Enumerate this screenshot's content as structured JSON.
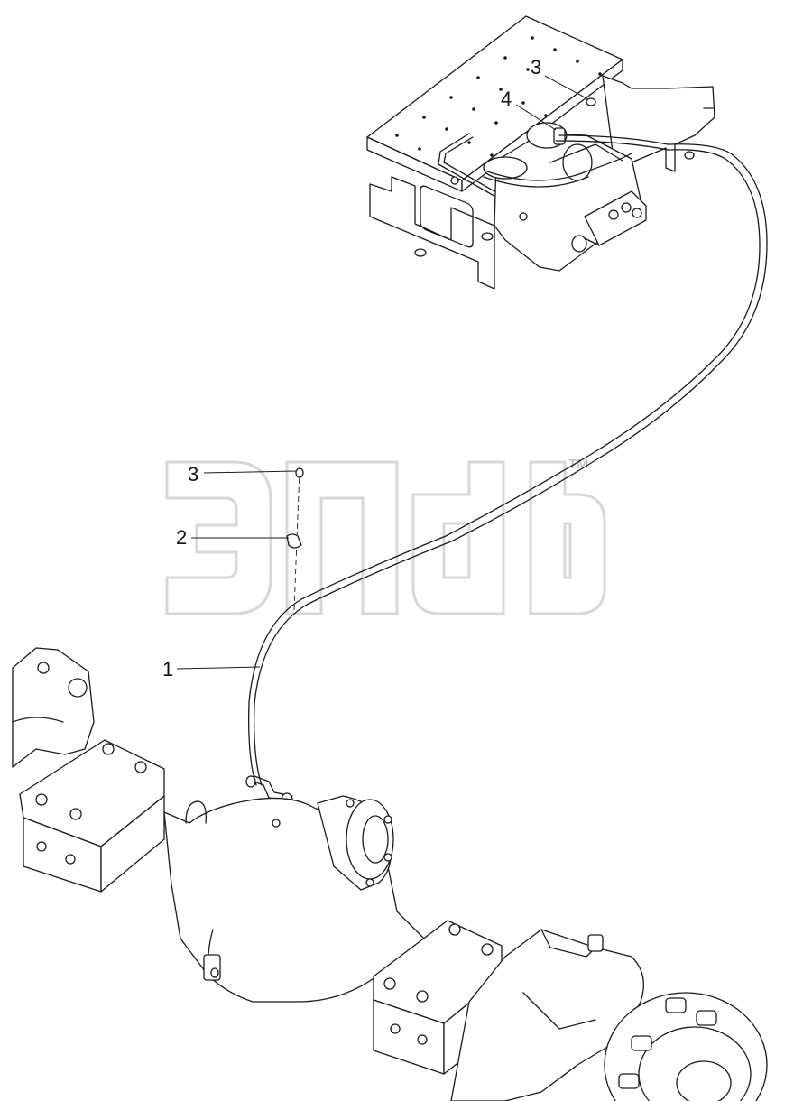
{
  "callouts": {
    "c1": "1",
    "c2": "2",
    "c3a": "3",
    "c3b": "3",
    "c4": "4"
  },
  "watermark": {
    "trademark": "™"
  }
}
